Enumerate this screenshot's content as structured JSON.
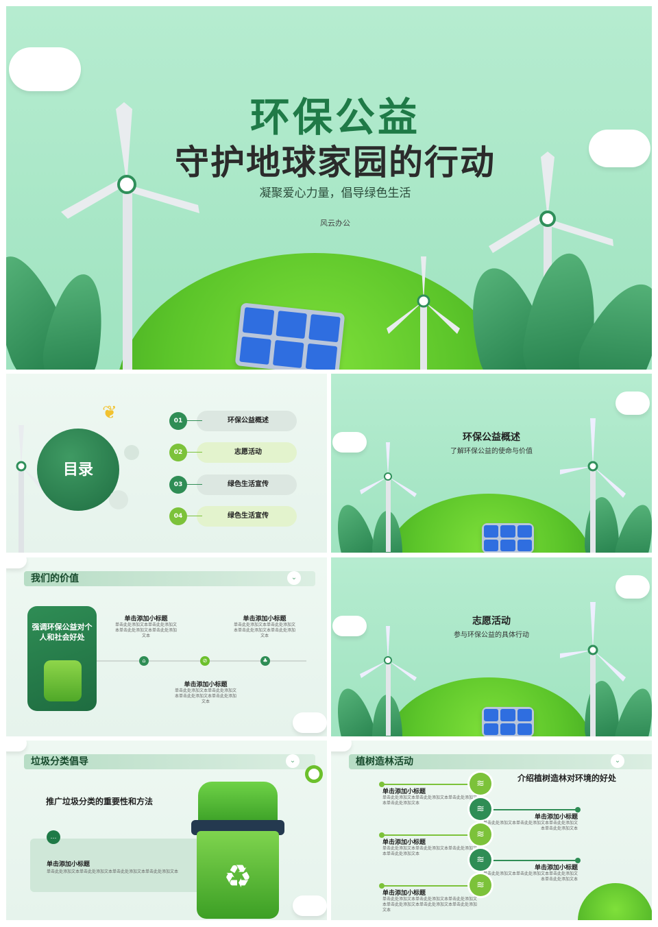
{
  "cover": {
    "title1": "环保公益",
    "title2": "守护地球家园的行动",
    "subtitle": "凝聚爱心力量，倡导绿色生活",
    "author": "风云办公"
  },
  "toc": {
    "heading": "目录",
    "items": [
      {
        "num": "01",
        "label": "环保公益概述"
      },
      {
        "num": "02",
        "label": "志愿活动"
      },
      {
        "num": "03",
        "label": "绿色生活宣传"
      },
      {
        "num": "04",
        "label": "绿色生活宣传"
      }
    ]
  },
  "section1": {
    "title": "环保公益概述",
    "subtitle": "了解环保公益的使命与价值"
  },
  "values": {
    "bar_title": "我们的价值",
    "card_text": "强调环保公益对个人和社会好处",
    "items": [
      {
        "title": "单击添加小标题",
        "text": "单击此处添加文本单击此处添加文本单击此处添加文本单击此处添加文本"
      },
      {
        "title": "单击添加小标题",
        "text": "单击此处添加文本单击此处添加文本单击此处添加文本单击此处添加文本"
      },
      {
        "title": "单击添加小标题",
        "text": "单击此处添加文本单击此处添加文本单击此处添加文本单击此处添加文本"
      }
    ]
  },
  "section2": {
    "title": "志愿活动",
    "subtitle": "参与环保公益的具体行动"
  },
  "garbage": {
    "bar_title": "垃圾分类倡导",
    "heading": "推广垃圾分类的重要性和方法",
    "box_title": "单击添加小标题",
    "box_text": "单击此处添加文本单击此处添加文本单击此处添加文本单击此处添加文本"
  },
  "trees": {
    "bar_title": "植树造林活动",
    "heading": "介绍植树造林对环境的好处",
    "items": [
      {
        "title": "单击添加小标题",
        "text": "单击此处添加文本单击此处添加文本单击此处添加文本单击此处添加文本"
      },
      {
        "title": "单击添加小标题",
        "text": "单击此处添加文本单击此处添加文本单击此处添加文本单击此处添加文本"
      },
      {
        "title": "单击添加小标题",
        "text": "单击此处添加文本单击此处添加文本单击此处添加文本单击此处添加文本"
      },
      {
        "title": "单击添加小标题",
        "text": "单击此处添加文本单击此处添加文本单击此处添加文本单击此处添加文本"
      },
      {
        "title": "单击添加小标题",
        "text": "单击此处添加文本单击此处添加文本单击此处添加文本单击此处添加文本单击此处添加文本单击此处添加文本"
      }
    ]
  }
}
